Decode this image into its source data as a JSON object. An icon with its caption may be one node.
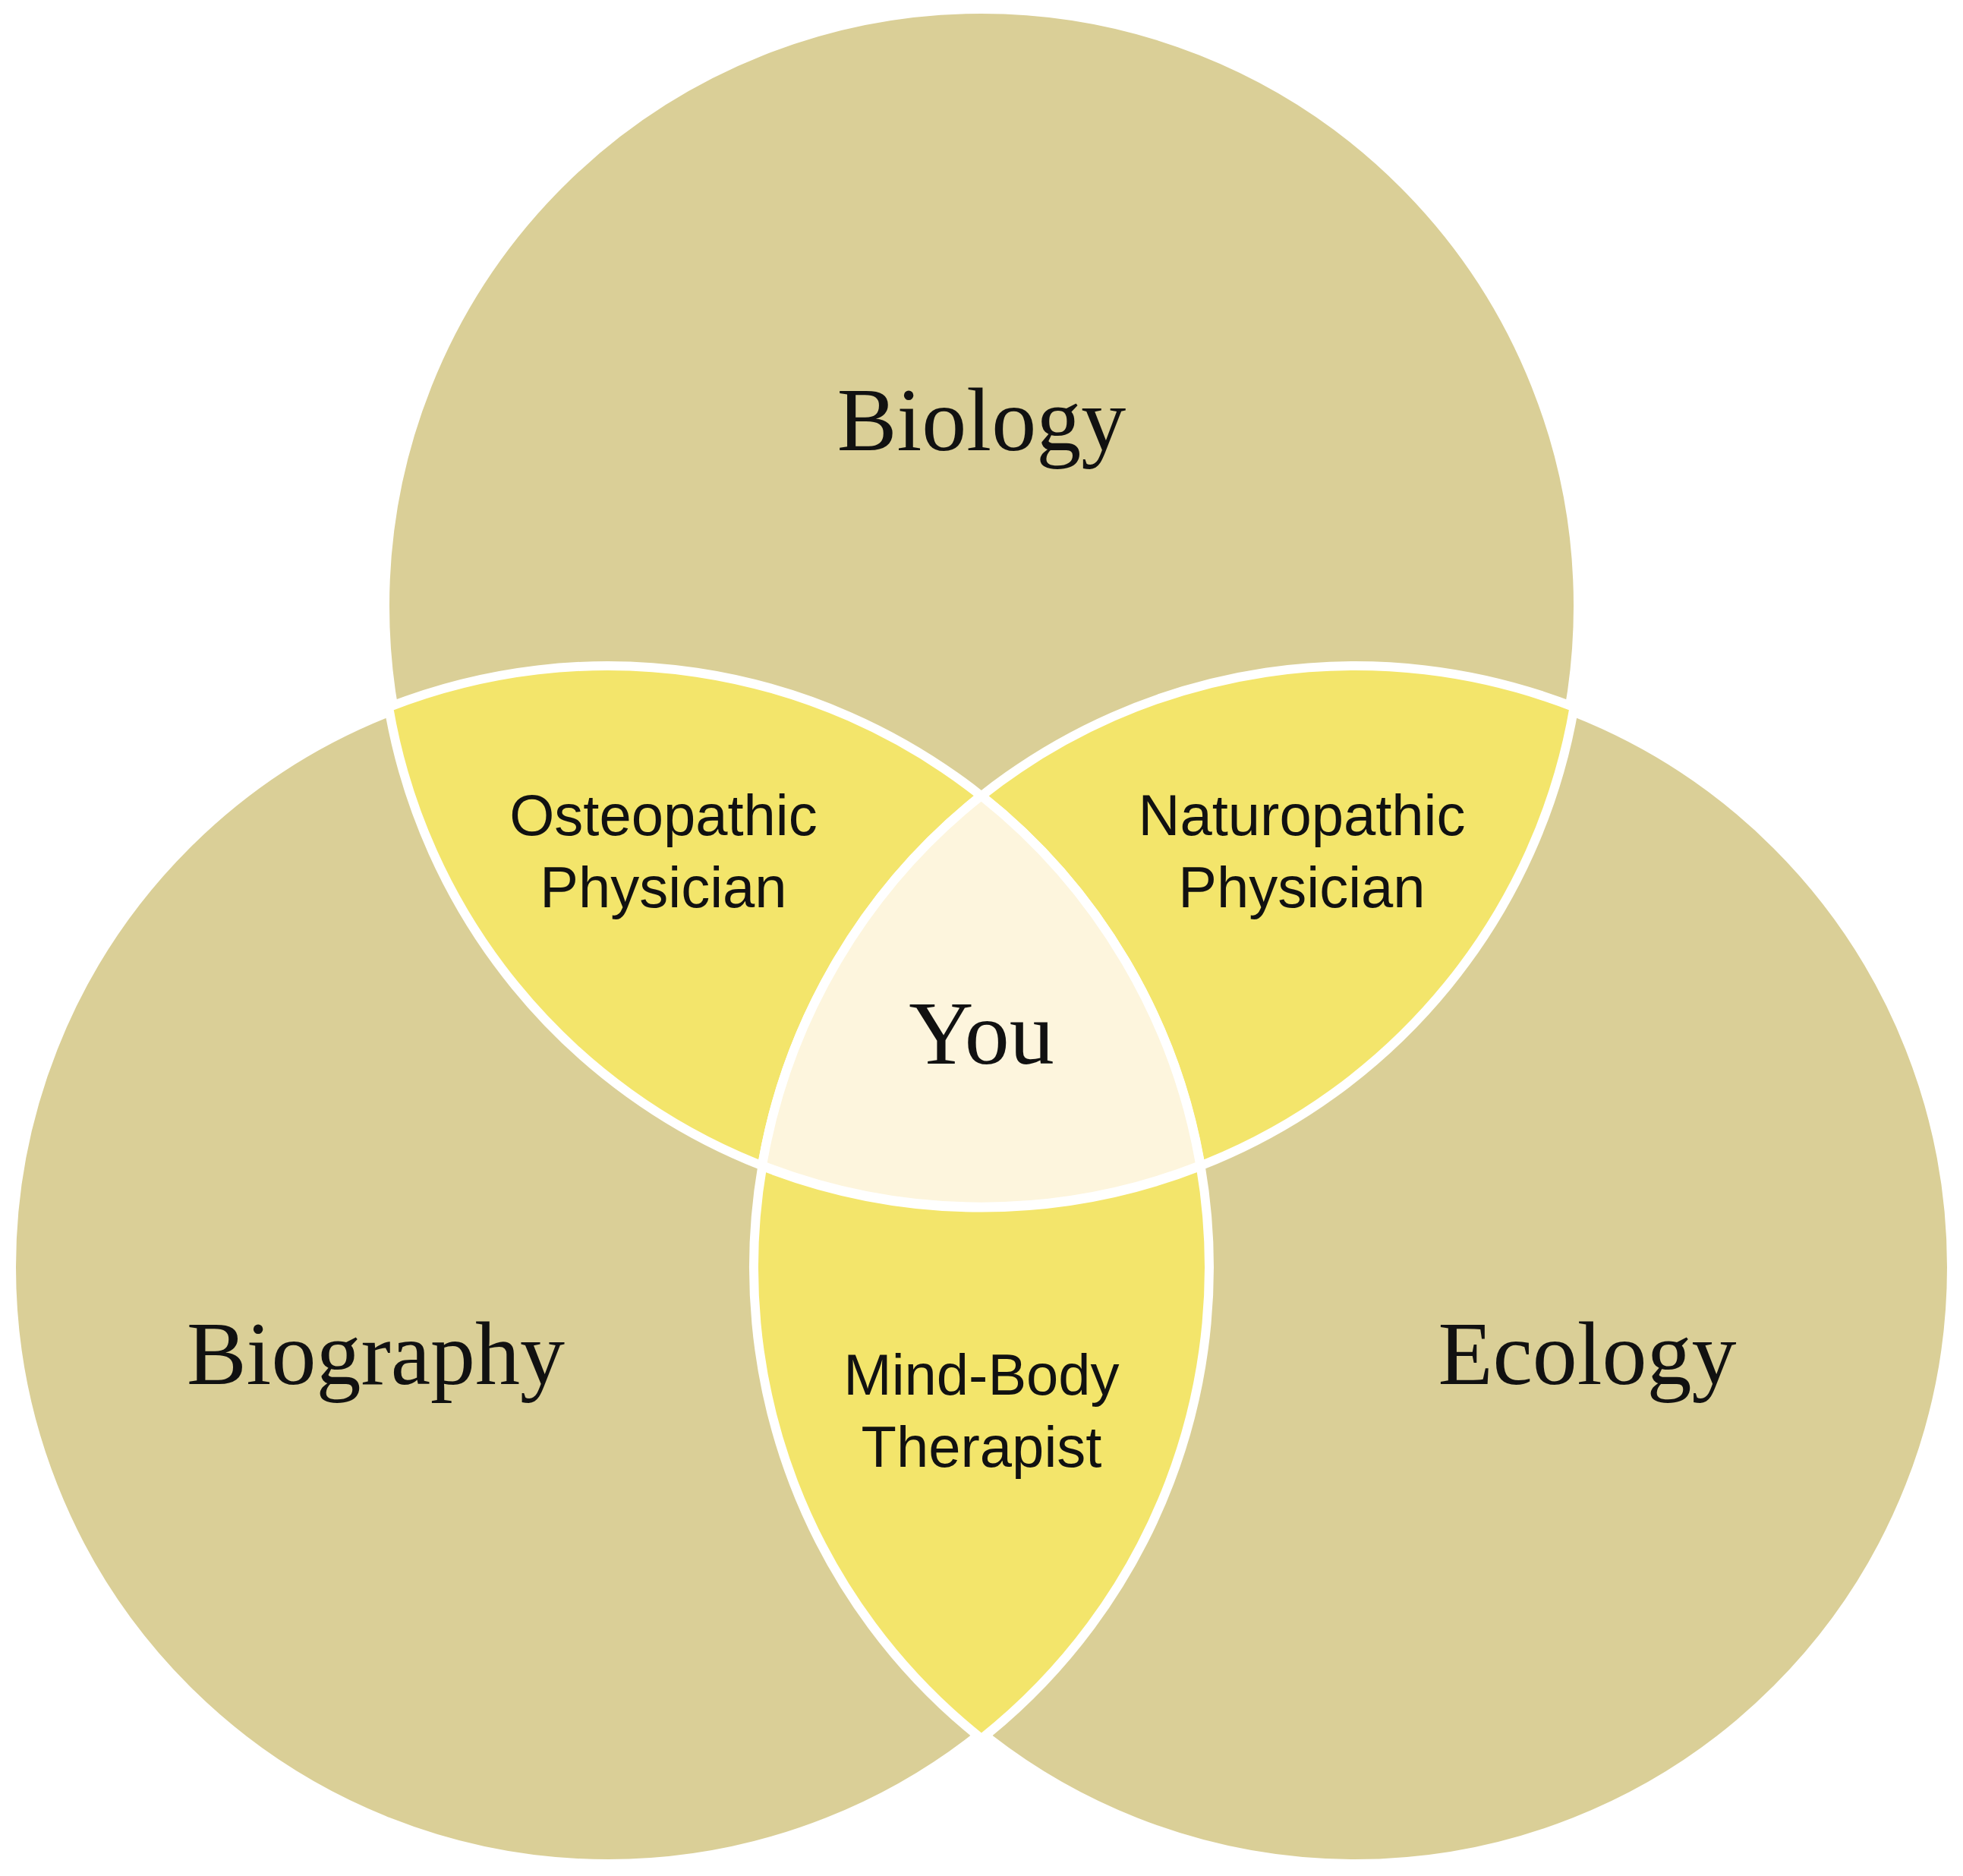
{
  "diagram": {
    "nodes": [
      {
        "text": [
          "Biology"
        ]
      },
      {
        "text": [
          "Biography"
        ]
      },
      {
        "text": [
          "Ecology"
        ]
      },
      {
        "text": [
          "Osteopathic Physician"
        ]
      },
      {
        "text": [
          "Naturopathic Physician"
        ]
      },
      {
        "text": [
          "You"
        ]
      },
      {
        "text": [
          "Mind-Body Therapist"
        ]
      }
    ]
  }
}
